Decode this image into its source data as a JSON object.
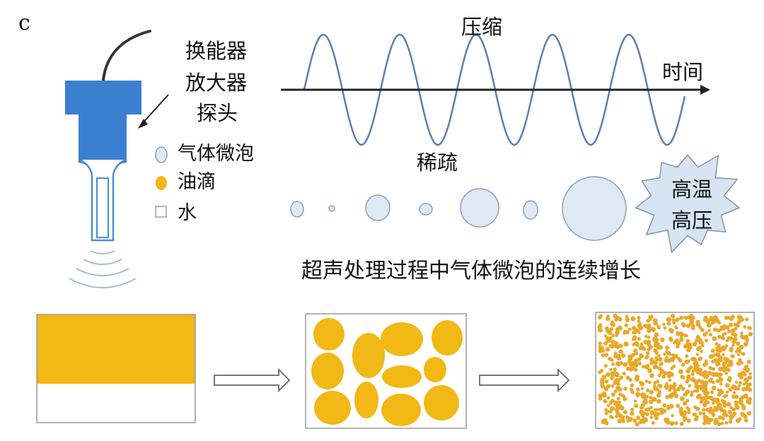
{
  "panel_label": "c",
  "device": {
    "labels": [
      "换能器",
      "放大器",
      "探头"
    ]
  },
  "legend": [
    {
      "label": "气体微泡",
      "icon": "bubble-icon"
    },
    {
      "label": "油滴",
      "icon": "oil-drop-icon"
    },
    {
      "label": "水",
      "icon": "water-square-icon"
    }
  ],
  "wave": {
    "compression_label": "压缩",
    "rarefaction_label": "稀疏",
    "axis_label": "时间"
  },
  "collapse": {
    "line1": "高温",
    "line2": "高压"
  },
  "caption": "超声处理过程中气体微泡的连续增长",
  "colors": {
    "probe_blue": "#3b7fd1",
    "probe_outline": "#4a8fd6",
    "oil": "#f2b816",
    "oil_dots": "#e8a82a",
    "bubble_fill": "#dfe9f4",
    "bubble_stroke": "#8aa0b8",
    "wave": "#5a7fae",
    "axis": "#222222"
  }
}
